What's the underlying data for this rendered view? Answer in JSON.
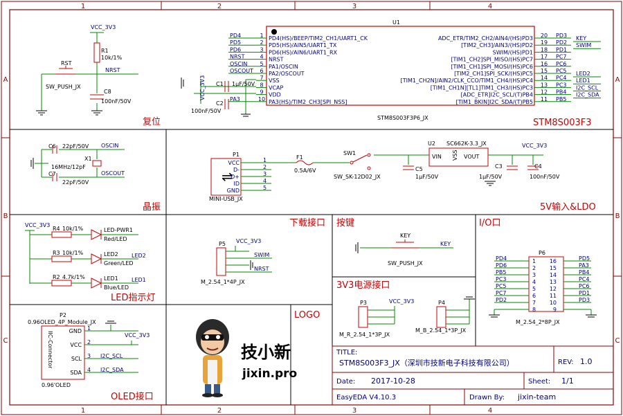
{
  "sheet": {
    "col_markers": [
      "1",
      "2",
      "3",
      "4"
    ],
    "row_markers": [
      "A",
      "B",
      "C"
    ],
    "colors": {
      "frame": "#8a0000",
      "wire": "#008800",
      "component": "#cc0000",
      "pin_text": "#000080",
      "section_title": "#cc0000",
      "text": "#000000"
    }
  },
  "sections": {
    "reset": "复位",
    "mcu": "STM8S003F3",
    "crystal": "晶振",
    "power_input": "5V输入&LDO",
    "download": "下载接口",
    "button": "按键",
    "io": "I/O口",
    "led": "LED指示灯",
    "logo": "LOGO",
    "v33_header": "3V3电源接口",
    "oled": "OLED接口"
  },
  "reset_block": {
    "power": "VCC_3V3",
    "r_ref": "R1",
    "r_value": "10k/1%",
    "sw_ref": "RST",
    "sw_value": "SW_PUSH_JX",
    "c_ref": "C8",
    "c_value": "100nF/50V",
    "net": "NRST"
  },
  "mcu": {
    "ref": "U1",
    "part": "STM8S003F3P6_JX",
    "left_pins": [
      {
        "num": "1",
        "name": "PD4(HS)/BEEP/TIM2_CH1/UART1_CK",
        "net": "PD4"
      },
      {
        "num": "2",
        "name": "PD5(HS)/AIN5/UART1_TX",
        "net": "PD5"
      },
      {
        "num": "3",
        "name": "PD6(HS)/AIN6/UART1_RX",
        "net": "PD6"
      },
      {
        "num": "4",
        "name": "NRST",
        "net": "NRST"
      },
      {
        "num": "5",
        "name": "PA1/OSCIN",
        "net": "OSCIN"
      },
      {
        "num": "6",
        "name": "PA2/OSCOUT",
        "net": "OSCOUT"
      },
      {
        "num": "7",
        "name": "VSS",
        "net": ""
      },
      {
        "num": "8",
        "name": "VCAP",
        "net": ""
      },
      {
        "num": "9",
        "name": "VDD",
        "net": ""
      },
      {
        "num": "10",
        "name": "PA3(HS)/TIM2_CH3[SPI_NSS]",
        "net": "PA3"
      }
    ],
    "right_pins": [
      {
        "num": "20",
        "name": "ADC_ETR/TIM2_CH2/AIN4/(HS)PD3",
        "net": "PD3",
        "ext": "KEY"
      },
      {
        "num": "19",
        "name": "[TIM2_CH3]/AIN3/(HS)PD2",
        "net": "PD2",
        "ext": "SWIM"
      },
      {
        "num": "18",
        "name": "SWIM/(HS)PD1",
        "net": "PD1",
        "ext": ""
      },
      {
        "num": "17",
        "name": "[TIM1_CH2]SPI_MISO/(HS)PC7",
        "net": "PC7",
        "ext": ""
      },
      {
        "num": "16",
        "name": "[TIM1_CH1]SPI_MOSI/(HS)PC6",
        "net": "PC6",
        "ext": ""
      },
      {
        "num": "15",
        "name": "[TIM2_CH1]SPI_SCK/(HS)PC5",
        "net": "PC5",
        "ext": "LED2"
      },
      {
        "num": "14",
        "name": "[TIM1_CH2N]/AIN2/CLK_CCO/TIM1_CH4/(HS)PC4",
        "net": "PC4",
        "ext": "LED1"
      },
      {
        "num": "13",
        "name": "[TIM1_CH1N][TL1]TIM1_CH3/(HS)PC3",
        "net": "PC3",
        "ext": "I2C_SCL"
      },
      {
        "num": "12",
        "name": "[ADC_ETR]I2C_SCL/(T)PB4",
        "net": "PB4",
        "ext": "I2C_SDA"
      },
      {
        "num": "11",
        "name": "[TIM1_BKIN]I2C_SDA/(T)PB5",
        "net": "PB5",
        "ext": ""
      }
    ],
    "power": "VCC_3V3",
    "c_vcap_ref": "C1",
    "c_vcap_value": "1µF/50V",
    "c_vdd_ref": "C2",
    "c_vdd_value": "100nF/50V"
  },
  "crystal": {
    "c6_ref": "C6",
    "c6_value": "22pF/50V",
    "c7_ref": "C7",
    "c7_value": "22pF/50V",
    "x_ref": "X1",
    "x_value": "16MHz/12pF",
    "net_in": "OSCIN",
    "net_out": "OSCOUT"
  },
  "power_input": {
    "usb_ref": "P1",
    "usb_part": "MINI-USB_JX",
    "usb_pins": [
      "VCC",
      "D-",
      "D+",
      "ID",
      "GND"
    ],
    "fuse_ref": "F1",
    "fuse_value": "0.5A/6V",
    "sw_ref": "SW1",
    "sw_part": "SW_SK-12D02_JX",
    "ldo_ref": "U2",
    "ldo_part": "SC662K-3.3_JX",
    "ldo_pins": [
      "VIN",
      "VSS",
      "VOUT"
    ],
    "c5_ref": "C5",
    "c5_value": "1µF/50V",
    "c3_ref": "C3",
    "c3_value": "1µF/50V",
    "c4_ref": "C4",
    "c4_value": "100nF/50V",
    "out_power": "VCC_3V3"
  },
  "led_block": {
    "power": "VCC_3V3",
    "rows": [
      {
        "r_ref": "R4",
        "r_value": "10k/1%",
        "led_ref": "LED-PWR1",
        "led_color": "Red/LED",
        "net": ""
      },
      {
        "r_ref": "R3",
        "r_value": "10k/1%",
        "led_ref": "LED2",
        "led_color": "Green/LED",
        "net": "LED2"
      },
      {
        "r_ref": "R2",
        "r_value": "4.7k/1%",
        "led_ref": "LED1",
        "led_color": "Blue/LED",
        "net": "LED1"
      }
    ]
  },
  "download": {
    "ref": "P5",
    "part": "M_2.54_1*4P_JX",
    "power": "VCC_3V3",
    "nets": [
      "SWIM",
      "NRST"
    ]
  },
  "button": {
    "ref": "KEY",
    "part": "SW_PUSH_JX",
    "net": "KEY"
  },
  "io": {
    "ref": "P6",
    "part": "M_2.54_2*8P_JX",
    "left": [
      {
        "pin": "1",
        "net": "PD4"
      },
      {
        "pin": "2",
        "net": "PD6"
      },
      {
        "pin": "3",
        "net": "PB5"
      },
      {
        "pin": "4",
        "net": "PC3"
      },
      {
        "pin": "5",
        "net": "PC5"
      },
      {
        "pin": "6",
        "net": "PC7"
      },
      {
        "pin": "7",
        "net": "PD2"
      },
      {
        "pin": "8",
        "net": ""
      }
    ],
    "right": [
      {
        "pin": "16",
        "net": "PD5"
      },
      {
        "pin": "15",
        "net": "PA3"
      },
      {
        "pin": "14",
        "net": "PB4"
      },
      {
        "pin": "13",
        "net": "PC4"
      },
      {
        "pin": "12",
        "net": "PC6"
      },
      {
        "pin": "11",
        "net": "PD1"
      },
      {
        "pin": "10",
        "net": "PD3"
      },
      {
        "pin": "9",
        "net": ""
      }
    ]
  },
  "v33_header": {
    "p3_ref": "P3",
    "p3_part": "M_R_2.54_1*3P_JX",
    "power": "VCC_3V3",
    "p4_ref": "P4",
    "p4_part": "M_B_2.54_1*3P_JX"
  },
  "oled": {
    "ref": "P2",
    "part": "0.96OLED_4P_Module_JX",
    "body_label": "IIC-Connector",
    "bottom_label": "0.96'OLED",
    "power": "VCC_3V3",
    "pins": [
      {
        "num": "1",
        "name": "GND",
        "net": ""
      },
      {
        "num": "2",
        "name": "VCC",
        "net": ""
      },
      {
        "num": "3",
        "name": "SCL",
        "net": "I2C_SCL"
      },
      {
        "num": "4",
        "name": "SDA",
        "net": "I2C_SDA"
      }
    ]
  },
  "logo": {
    "brand_cn": "技小新",
    "brand_url": "jixin.pro"
  },
  "title_block": {
    "title_label": "TITLE:",
    "title": "STM8S003F3_JX（深圳市技新电子科技有限公司）",
    "rev_label": "REV:",
    "rev": "1.0",
    "date_label": "Date:",
    "date": "2017-10-28",
    "sheet_label": "Sheet:",
    "sheet": "1/1",
    "tool": "EasyEDA V4.10.3",
    "drawn_label": "Drawn By:",
    "drawn_by": "jixin-team"
  }
}
